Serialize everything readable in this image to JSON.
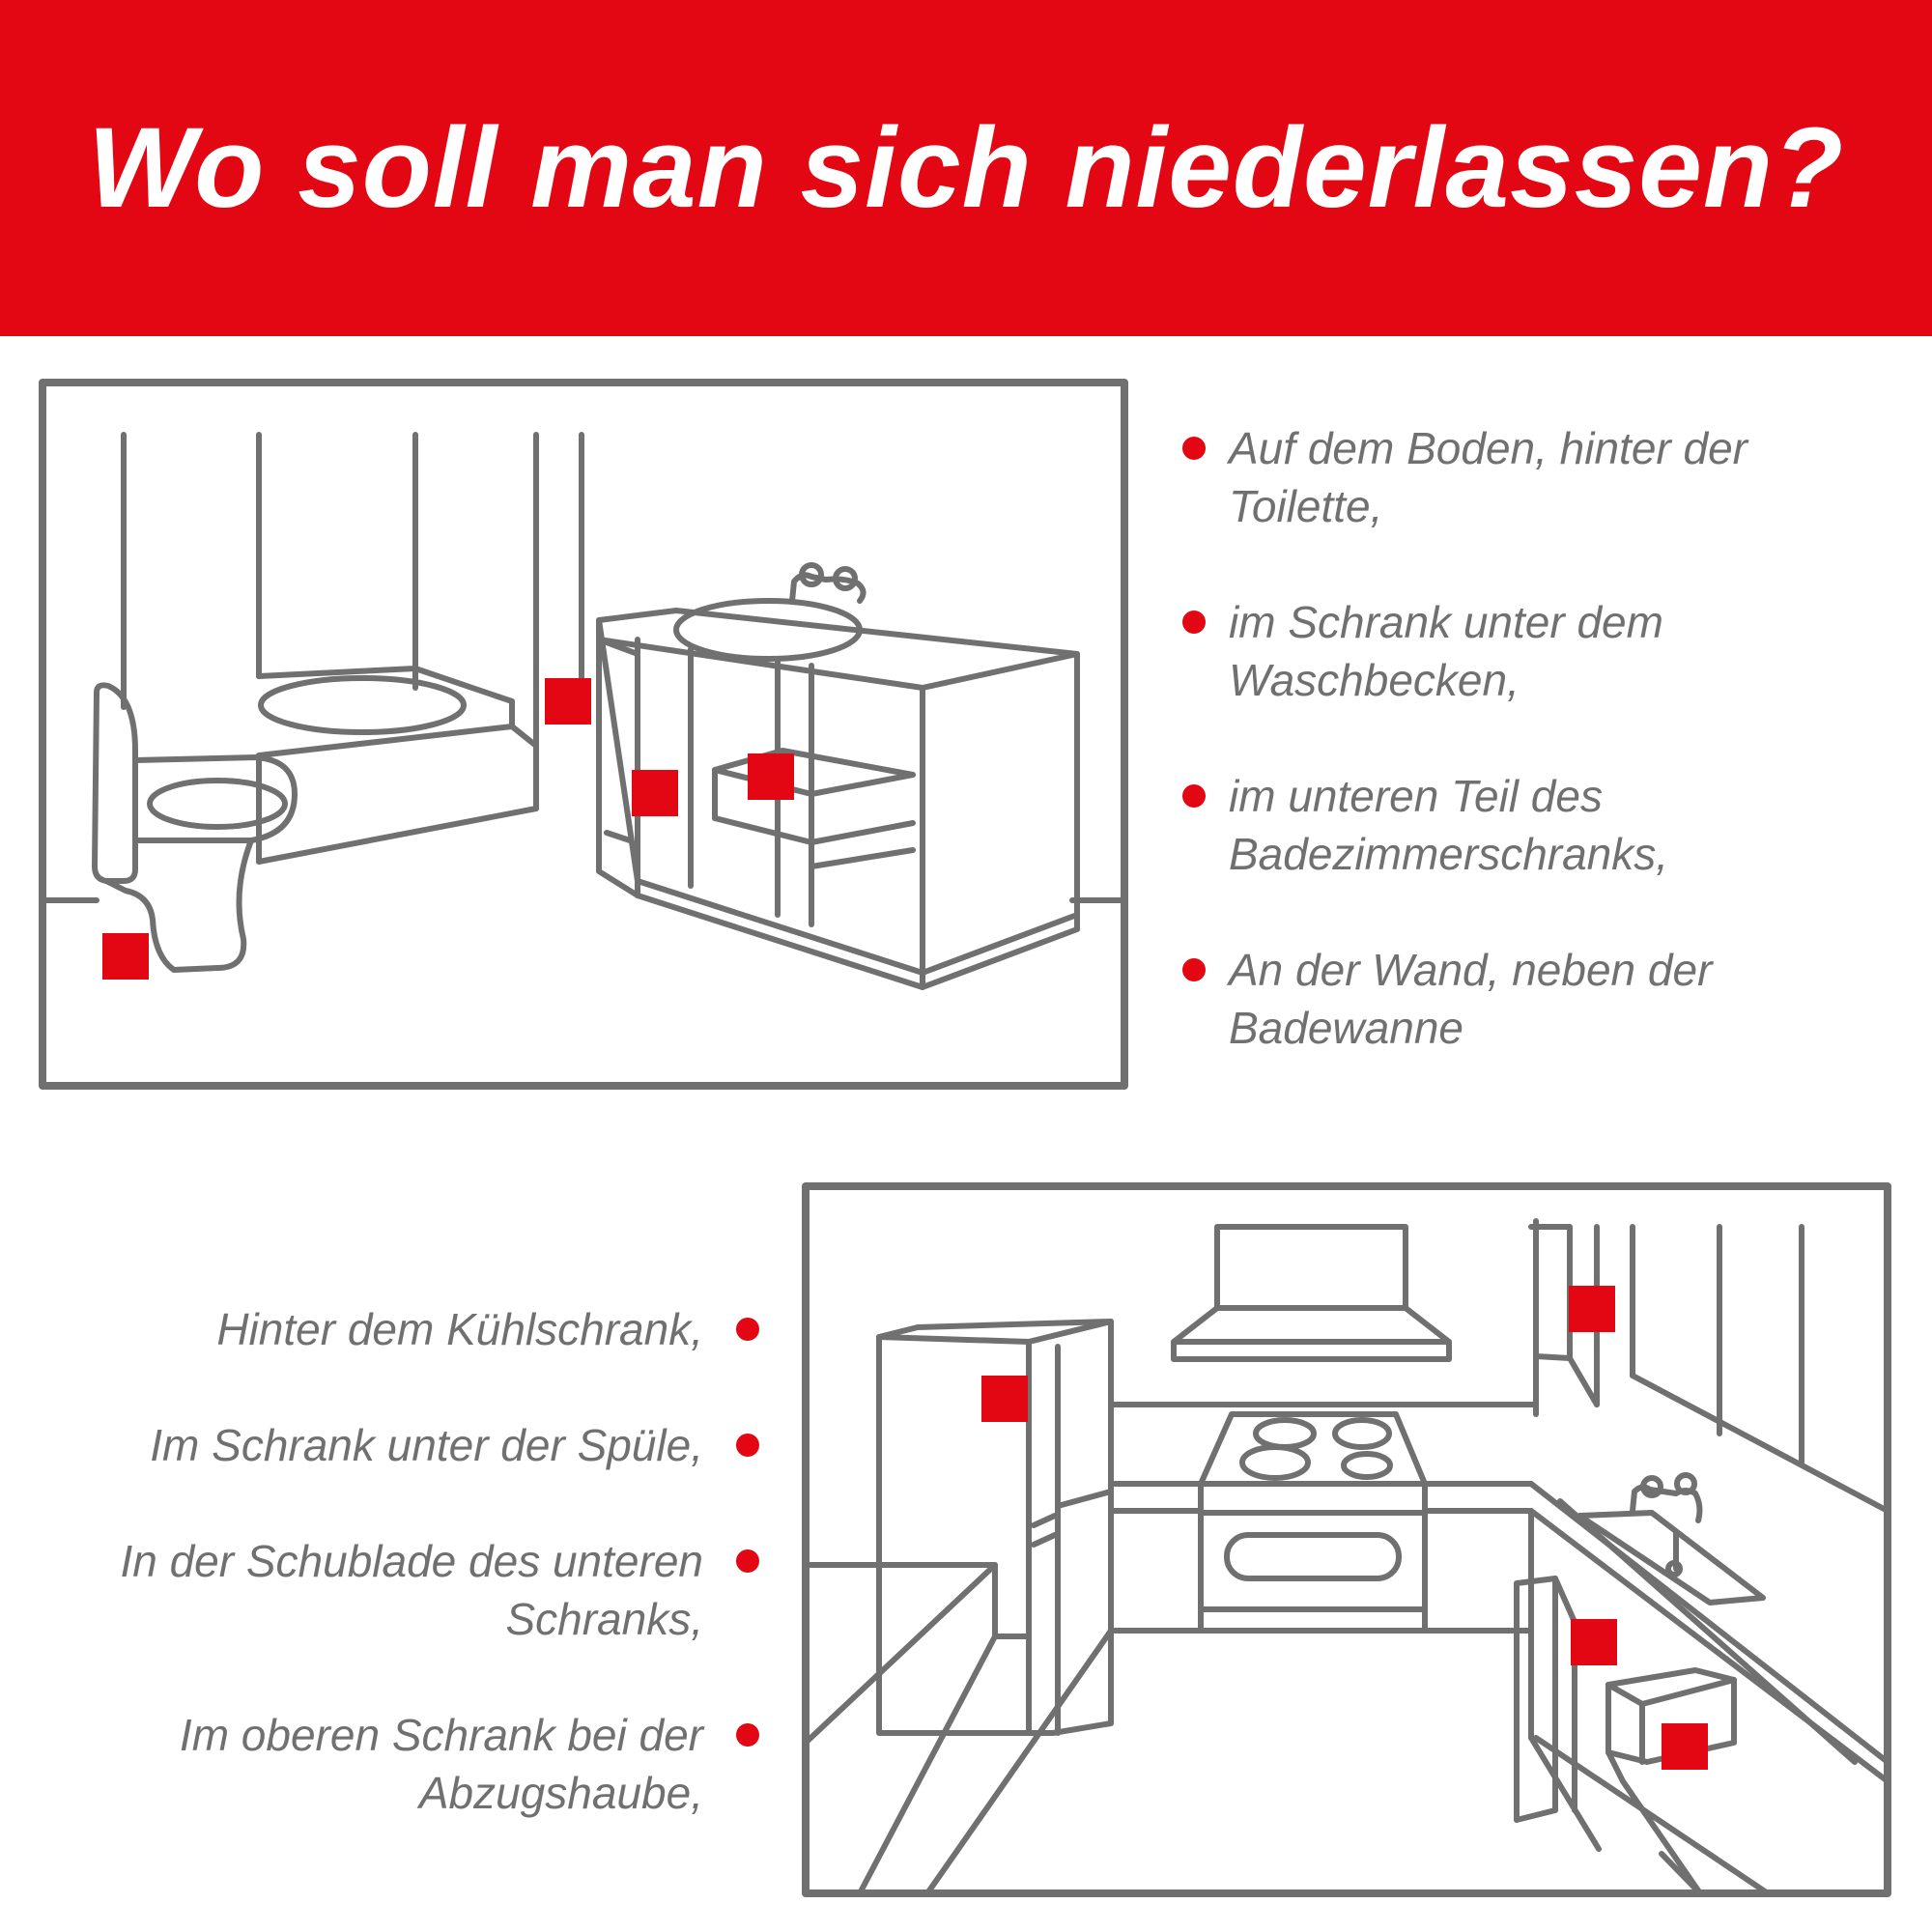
{
  "header": {
    "title": "Wo soll man sich niederlassen?"
  },
  "colors": {
    "accent": "#e30613",
    "line": "#707070",
    "background": "#ffffff"
  },
  "bathroom": {
    "items": [
      {
        "text": "Auf dem Boden, hinter der\nToilette,"
      },
      {
        "text": "im Schrank unter dem\nWaschbecken,"
      },
      {
        "text": "im unteren Teil des\nBadezimmerschranks,"
      },
      {
        "text": "An der Wand, neben der\nBadewanne"
      }
    ]
  },
  "kitchen": {
    "items": [
      {
        "text": "Hinter dem Kühlschrank,"
      },
      {
        "text": "Im Schrank unter der Spüle,"
      },
      {
        "text": "In der Schublade des unteren\nSchranks,"
      },
      {
        "text": "Im oberen Schrank bei der\nAbzugshaube,"
      }
    ]
  }
}
